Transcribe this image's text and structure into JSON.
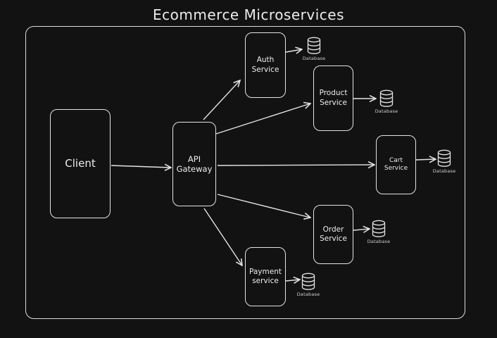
{
  "title": "Ecommerce Microservices",
  "client": {
    "label": "Client"
  },
  "gateway": {
    "label": "API\nGateway"
  },
  "services": {
    "auth": "Auth\nService",
    "product": "Product\nService",
    "cart": "Cart\nService",
    "order": "Order\nService",
    "payment": "Payment\nservice"
  },
  "database_label": "Database",
  "colors": {
    "background": "#121212",
    "stroke": "#e4e4e4"
  }
}
